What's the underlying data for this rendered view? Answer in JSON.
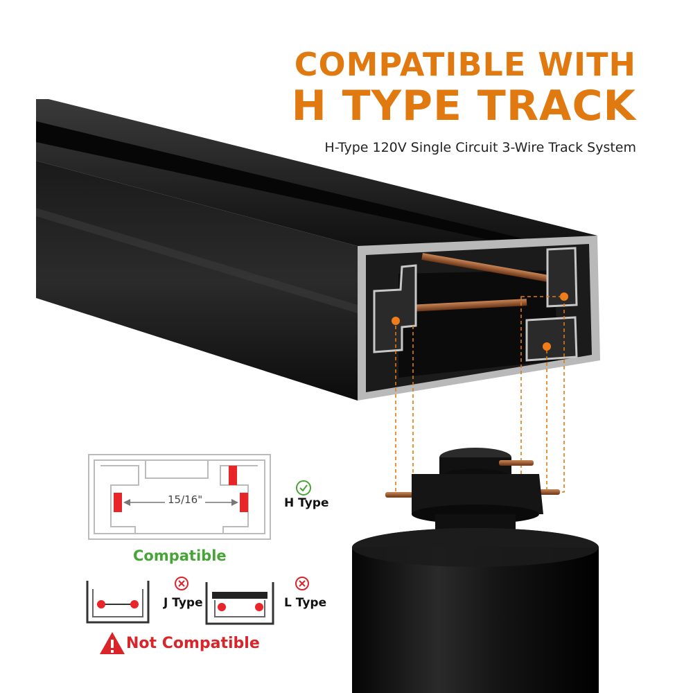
{
  "headline": {
    "line1": "COMPATIBLE WITH",
    "line2": "H TYPE TRACK",
    "subtitle": "H-Type 120V Single Circuit 3-Wire Track System"
  },
  "diagram": {
    "dimension": "15/16\"",
    "h_type_label": "H Type",
    "compatible_label": "Compatible",
    "j_type_label": "J Type",
    "l_type_label": "L Type",
    "not_compatible_label": "Not Compatible"
  },
  "colors": {
    "accent": "#e07a10",
    "compatible": "#46a536",
    "not_compatible": "#d9242a"
  },
  "icons": [
    "check-circle-icon",
    "x-circle-icon",
    "warning-triangle-icon"
  ]
}
